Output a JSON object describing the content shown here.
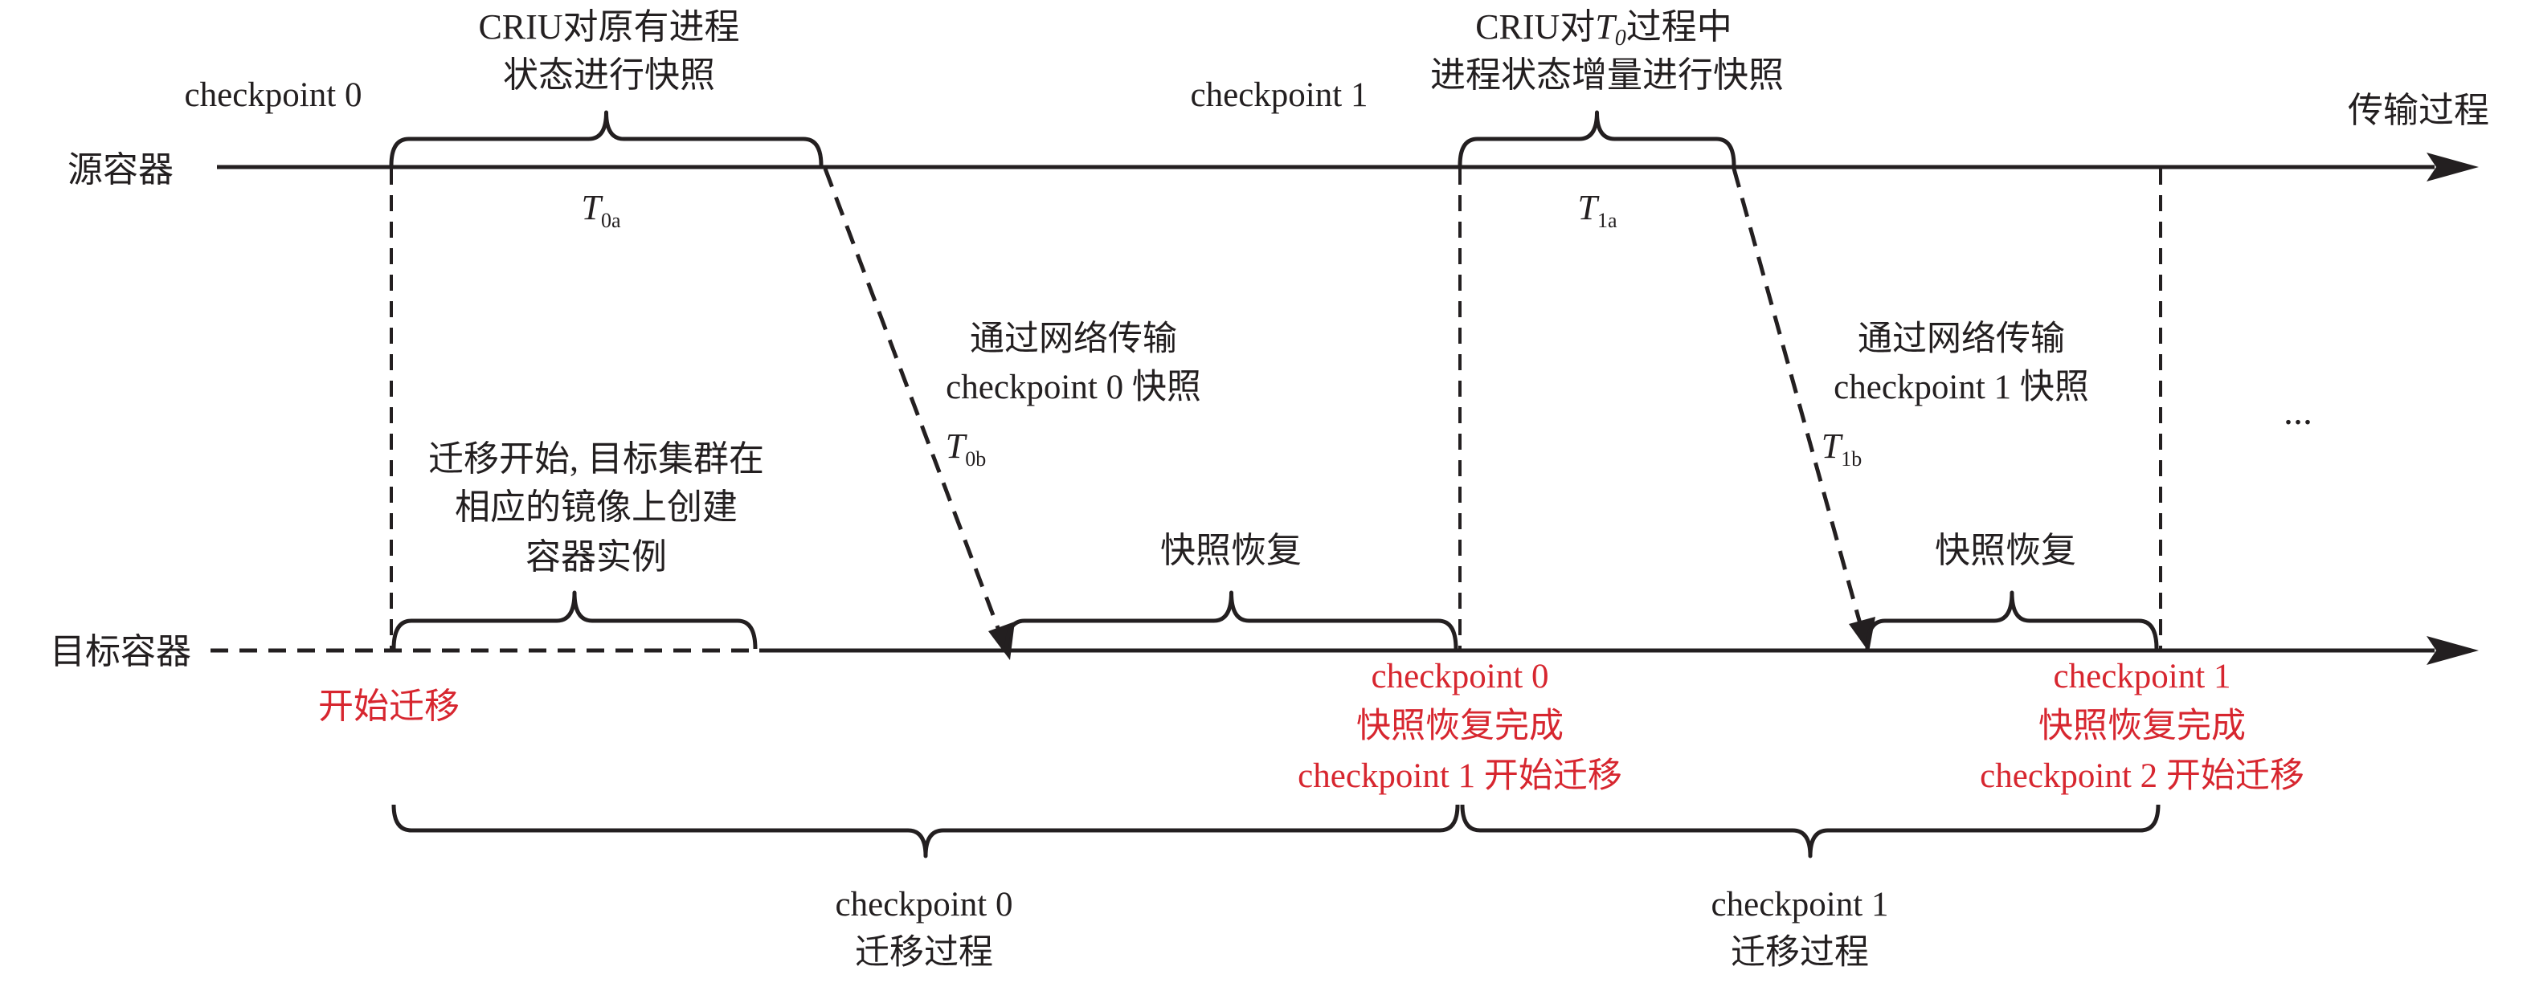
{
  "colors": {
    "line": "#231f20",
    "accent": "#d7262f",
    "background": "#ffffff"
  },
  "source_label": "源容器",
  "target_label": "目标容器",
  "transfer_label": "传输过程",
  "cp0_top": "checkpoint 0",
  "cp1_top": "checkpoint 1",
  "criu0": {
    "line1": "CRIU对原有进程",
    "line2": "状态进行快照"
  },
  "criu1": {
    "line1a": "CRIU对",
    "t": "T",
    "sub": "0",
    "line1b": "过程中",
    "line2": "进程状态增量进行快照"
  },
  "t0a": {
    "t": "T",
    "sub": "0a"
  },
  "t1a": {
    "t": "T",
    "sub": "1a"
  },
  "t0b": {
    "t": "T",
    "sub": "0b"
  },
  "t1b": {
    "t": "T",
    "sub": "1b"
  },
  "net0": {
    "line1": "通过网络传输",
    "line2": "checkpoint 0 快照"
  },
  "net1": {
    "line1": "通过网络传输",
    "line2": "checkpoint 1 快照"
  },
  "ellipsis": "...",
  "start_create": {
    "line1": "迁移开始, 目标集群在",
    "line2": "相应的镜像上创建",
    "line3": "容器实例"
  },
  "restore0": "快照恢复",
  "restore1": "快照恢复",
  "start_migrate": "开始迁移",
  "done0": {
    "line1": "checkpoint 0",
    "line2": "快照恢复完成",
    "line3": "checkpoint 1 开始迁移"
  },
  "done1": {
    "line1": "checkpoint 1",
    "line2": "快照恢复完成",
    "line3": "checkpoint 2 开始迁移"
  },
  "proc0": {
    "line1": "checkpoint 0",
    "line2": "迁移过程"
  },
  "proc1": {
    "line1": "checkpoint 1",
    "line2": "迁移过程"
  }
}
